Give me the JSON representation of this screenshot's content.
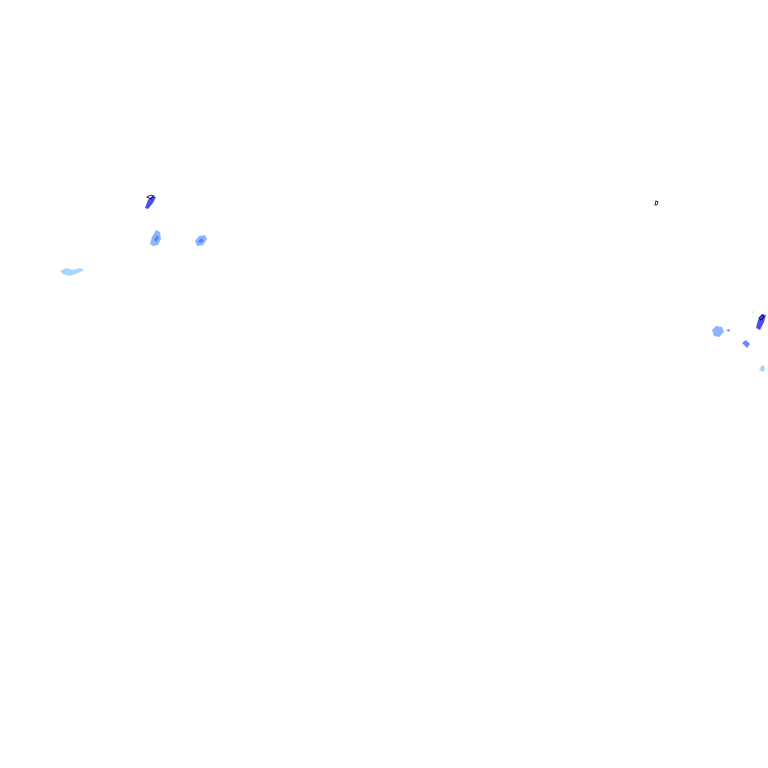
{
  "map": {
    "kind": "rain-radar-overlay",
    "background_color": "#ffffff",
    "echo_colors": {
      "light": "#9fd0ff",
      "light_moderate": "#7ab0ff",
      "moderate": "#5a78ff",
      "heavy": "#3a3af0",
      "very_heavy": "#1a1a90",
      "outline": "#000033"
    },
    "cells": [
      {
        "name": "cell-northwest-heavy",
        "intensity": "heavy"
      },
      {
        "name": "cell-west-a",
        "intensity": "light_moderate"
      },
      {
        "name": "cell-west-b",
        "intensity": "moderate"
      },
      {
        "name": "cell-far-west",
        "intensity": "light"
      },
      {
        "name": "cell-northeast-speck",
        "intensity": "outline"
      },
      {
        "name": "cell-east-a",
        "intensity": "light_moderate"
      },
      {
        "name": "cell-east-b",
        "intensity": "heavy"
      },
      {
        "name": "cell-east-c",
        "intensity": "moderate"
      },
      {
        "name": "cell-east-d",
        "intensity": "light"
      }
    ]
  }
}
